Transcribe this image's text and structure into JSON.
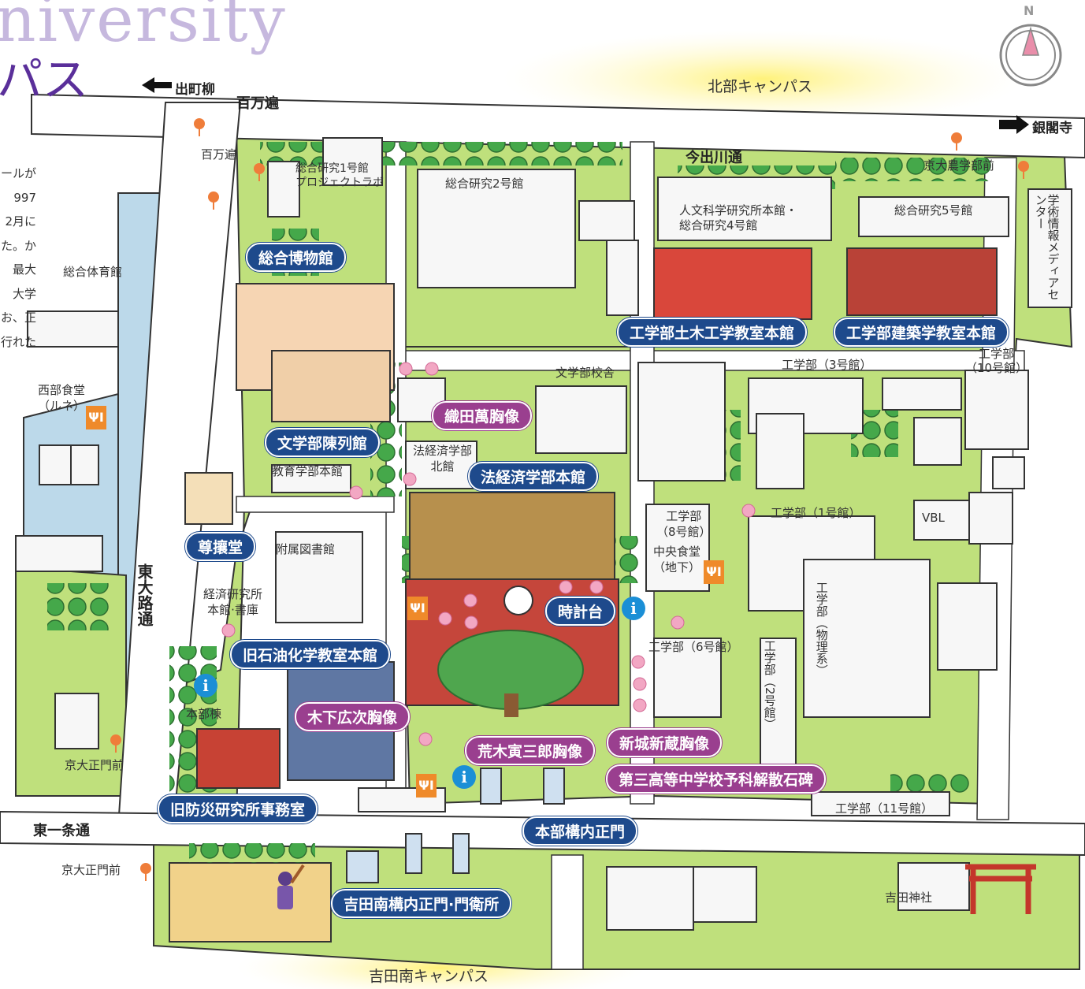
{
  "title": {
    "latin": "niversity",
    "japanese": "パス"
  },
  "intro_lines": [
    "ールが",
    "997",
    "2月に",
    "た。か",
    "最大",
    "大学",
    "お、正",
    "行れた"
  ],
  "compass": "N",
  "directions": {
    "west": "出町柳",
    "east": "銀閣寺"
  },
  "campus_labels": {
    "north": "北部キャンパス",
    "south": "吉田南キャンパス"
  },
  "roads": {
    "hyakumanben_road": "百万遍",
    "imadegawa": "今出川通",
    "higashioji": "東大路通",
    "higashi_ichijo": "東一条通"
  },
  "bus_stops": {
    "hyakumanben": "百万遍",
    "nogakubu_mae": "京大農学部前",
    "seimon_mae_1": "京大正門前",
    "seimon_mae_2": "京大正門前"
  },
  "buildings": {
    "sogo_kenkyu_1": "総合研究1号館\nプロジェクトラボ",
    "sogo_kenkyu_2": "総合研究2号館",
    "jinbun": "人文科学研究所本館・\n総合研究4号館",
    "sogo_kenkyu_5": "総合研究5号館",
    "media_center": "学術情報メディアセンター",
    "sogo_taiikukan": "総合体育館",
    "seibu_shokudo": "西部食堂\n（ルネ）",
    "bungakubu_kosha": "文学部校舎",
    "hokei_kitakan": "法経済学部\n北館",
    "kyoiku_honkan": "教育学部本館",
    "fuzoku_toshokan": "附属図書館",
    "keizai_kenkyusho": "経済研究所\n本館·書庫",
    "honbu_to": "本部棟",
    "kogakubu_3": "工学部（3号館）",
    "kogakubu_10": "工学部\n（10号館）",
    "kogakubu_8": "工学部\n（8号館）",
    "chuo_shokudo": "中央食堂\n（地下）",
    "kogakubu_1": "工学部（1号館）",
    "vbl": "VBL",
    "kogakubu_6": "工学部（6号館）",
    "kogakubu_butsuri": "工学部（物理系）",
    "kogakubu_2": "工学部（2号館）",
    "kogakubu_11": "工学部（11号館）",
    "yoshida_jinja": "吉田神社"
  },
  "highlights": {
    "sogo_hakubutsukan": "総合博物館",
    "doboku": "工学部土木工学教室本館",
    "kenchiku": "工学部建築学教室本館",
    "bungakubu_chinretsukan": "文学部陳列館",
    "hokeizai_honkan": "法経済学部本館",
    "sonjodo": "尊攘堂",
    "tokeidai": "時計台",
    "sekiyu_kagaku": "旧石油化学教室本館",
    "bosai": "旧防災研究所事務室",
    "honbu_seimon": "本部構内正門",
    "yoshidaminami_seimon": "吉田南構内正門·門衛所"
  },
  "statues": {
    "oda": "織田萬胸像",
    "kinoshita": "木下広次胸像",
    "araki": "荒木寅三郎胸像",
    "nitobe": "新城新蔵胸像",
    "daisan_koto": "第三高等中学校予科解散石碑"
  },
  "icons": {
    "info": "i",
    "food": "ΨΙ"
  }
}
